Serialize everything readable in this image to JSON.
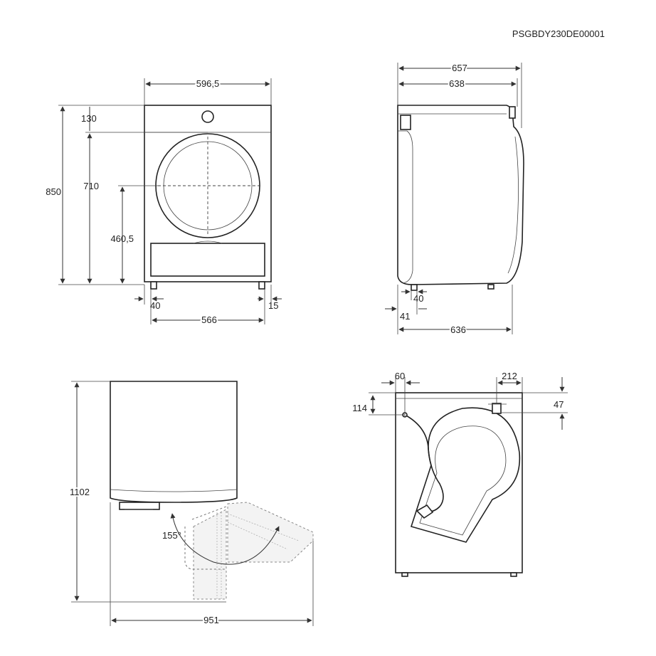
{
  "document": {
    "code": "PSGBDY230DE00001"
  },
  "front_view": {
    "width": "596,5",
    "height_total": "850",
    "top_offset": "130",
    "door_top_height": "710",
    "door_center_height": "460,5",
    "foot_left_inset": "40",
    "foot_right_inset": "15",
    "feet_span": "566"
  },
  "side_view": {
    "depth_total": "657",
    "depth_body": "638",
    "foot_inset": "40",
    "rear_offset": "41",
    "depth_base": "636"
  },
  "door_open_view": {
    "height_total": "1102",
    "angle": "155°",
    "depth_open": "951"
  },
  "rear_view": {
    "left_offset": "60",
    "right_offset": "212",
    "left_top_height": "114",
    "right_top_height": "47"
  }
}
